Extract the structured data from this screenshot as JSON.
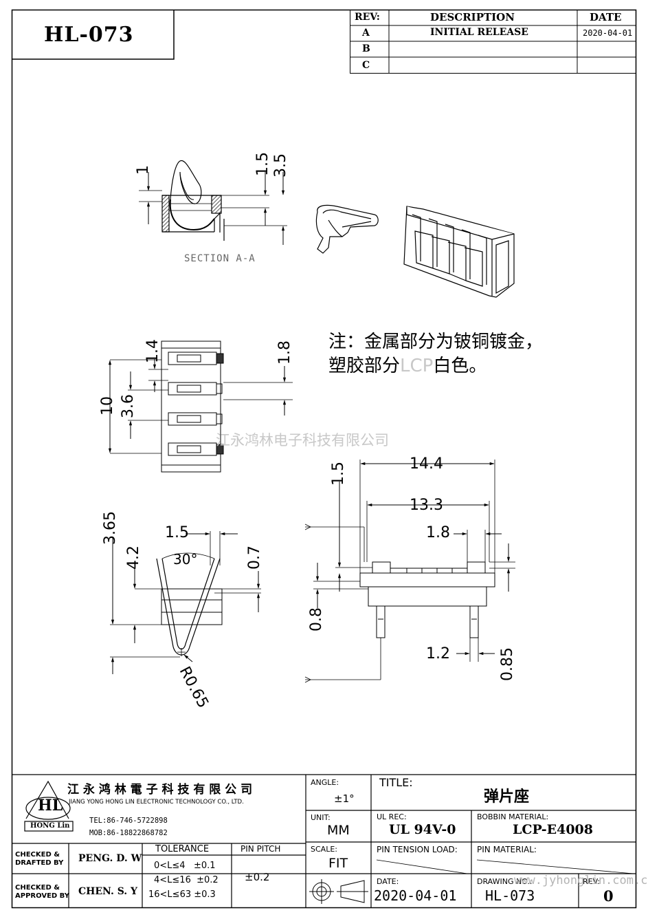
{
  "part_no_box": "HL-073",
  "rev_table": {
    "headers": {
      "rev": "REV:",
      "description": "DESCRIPTION",
      "date": "DATE"
    },
    "rows": [
      {
        "rev": "A",
        "description": "INITIAL  RELEASE",
        "date": "2020-04-01"
      },
      {
        "rev": "B",
        "description": "",
        "date": ""
      },
      {
        "rev": "C",
        "description": "",
        "date": ""
      }
    ]
  },
  "section_label": "SECTION  A-A",
  "note": {
    "line1": "注：金属部分为铍铜镀金，",
    "line2a": "塑胶部分",
    "line2b": "LCP",
    "line2c": "白色。"
  },
  "watermark": "江永鸿林电子科技有限公司",
  "dimensions": {
    "sec_d1": "1",
    "sec_d15": "1.5",
    "sec_d35": "3.5",
    "top_d14": "1.4",
    "top_d18": "1.8",
    "top_d10": "10",
    "top_d36": "3.6",
    "side_d365": "3.65",
    "side_d42": "4.2",
    "side_d15": "1.5",
    "side_d30": "30°",
    "side_d07": "0.7",
    "side_r065": "R0.65",
    "front_d144": "14.4",
    "front_d133": "13.3",
    "front_d15": "1.5",
    "front_d18": "1.8",
    "front_d08": "0.8",
    "front_d12": "1.2",
    "front_d085": "0.85"
  },
  "title_block": {
    "company_cn": "江 永 鸿 林 電 子 科 技 有 限 公 司",
    "company_en": "JIANG YONG HONG LIN ELECTRONIC TECHNOLOGY CO., LTD.",
    "logo_letters": "HL",
    "logo_caption": "HONG Lin",
    "tel": "TEL:86-746-5722898",
    "mob": "MOB:86-18822868782",
    "angle_label": "ANGLE:",
    "angle_value": "±1°",
    "title_label": "TITLE:",
    "title_value": "弹片座",
    "unit_label": "UNIT:",
    "unit_value": "MM",
    "ul_label": "UL REC:",
    "ul_value": "UL 94V-0",
    "bobbin_label": "BOBBIN MATERIAL:",
    "bobbin_value": "LCP-E4008",
    "checked_drafted_label_1": "CHECKED &",
    "checked_drafted_label_2": "DRAFTED BY",
    "checked_drafted_value": "PENG. D. W",
    "checked_approved_label_1": "CHECKED &",
    "checked_approved_label_2": "APPROVED BY",
    "checked_approved_value": "CHEN. S. Y",
    "tolerance_label": "TOLERANCE",
    "tolerance_rows": [
      "0<L≤4   ±0.1",
      "4<L≤16  ±0.2",
      "16<L≤63 ±0.3"
    ],
    "pin_pitch_label": "PIN PITCH",
    "pin_pitch_value": "±0.2",
    "scale_label": "SCALE:",
    "scale_value": "FIT",
    "pin_tension_label": "PIN TENSION LOAD:",
    "pin_material_label": "PIN  MATERIAL:",
    "date_label": "DATE:",
    "date_value": "2020-04-01",
    "drawing_no_label": "DRAWING NO.:",
    "drawing_no_value": "HL-073",
    "rev_label": "REV:",
    "rev_value": "0",
    "website_watermark": "www.jyhonglin.com.cn"
  }
}
